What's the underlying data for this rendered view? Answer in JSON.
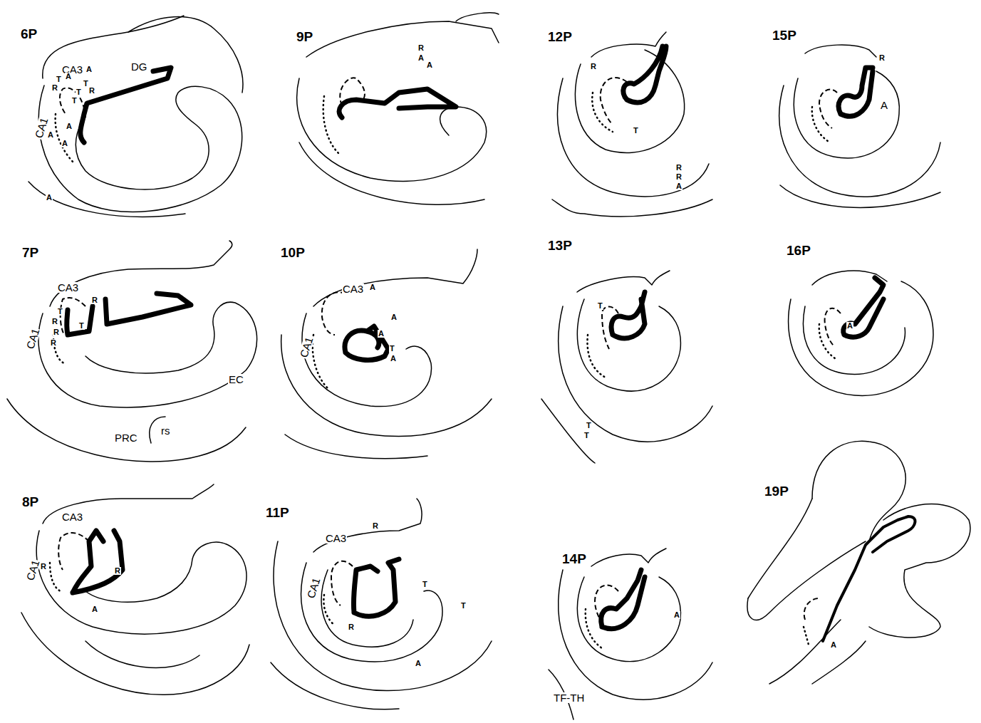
{
  "diagram": {
    "labels": [
      "6P",
      "CA3",
      "A",
      "DG",
      "T",
      "A",
      "T",
      "R",
      "T",
      "R",
      "T",
      "A",
      "A",
      "A",
      "CA1",
      "A",
      "9P",
      "R",
      "A",
      "A",
      "12P",
      "R",
      "T",
      "R",
      "R",
      "A",
      "15P",
      "R",
      "A",
      "7P",
      "CA3",
      "R",
      "T",
      "R",
      "T",
      "R",
      "R",
      "CA1",
      "EC",
      "PRC",
      "rs",
      "10P",
      "CA3",
      "A",
      "CA1",
      "A",
      "A",
      "T",
      "A",
      "13P",
      "T",
      "T",
      "T",
      "16P",
      "A",
      "8P",
      "CA3",
      "R",
      "R",
      "A",
      "CA1",
      "11P",
      "CA3",
      "R",
      "CA1",
      "T",
      "R",
      "T",
      "A",
      "14P",
      "A",
      "TF-TH",
      "19P",
      "A"
    ]
  }
}
